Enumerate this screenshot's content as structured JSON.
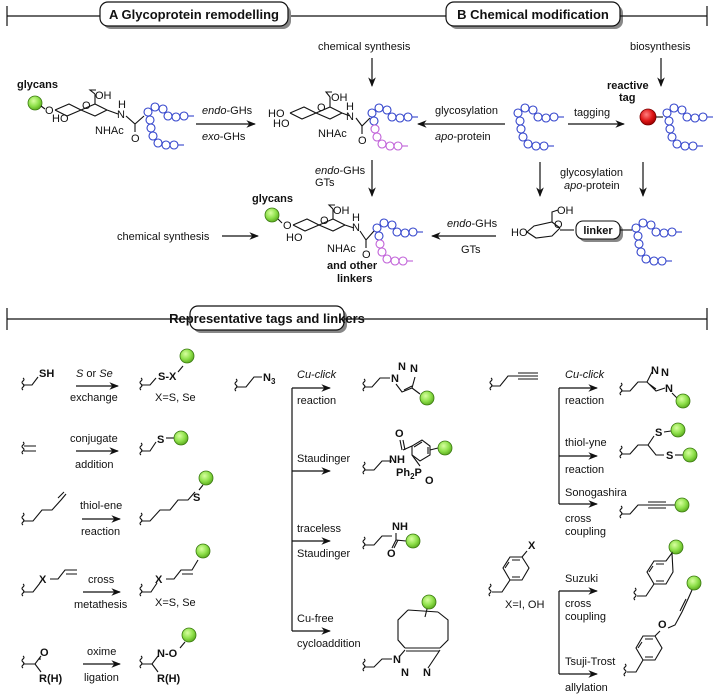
{
  "sections": {
    "a_title": "A Glycoprotein remodelling",
    "b_title": "B Chemical modification",
    "c_title": "Representative tags and linkers"
  },
  "top": {
    "glycans_label": "glycans",
    "oh": "OH",
    "ho": "HO",
    "o": "O",
    "nhac": "NHAc",
    "h": "H",
    "n": "N",
    "arrow_ab_top": "endo-GHs",
    "arrow_ab_top_italic": "endo",
    "arrow_ab_top_rest": "-GHs",
    "arrow_ab_bottom_italic": "exo",
    "arrow_ab_bottom_rest": "-GHs",
    "chemical_synthesis_top": "chemical synthesis",
    "glycosylation": "glycosylation",
    "apo_italic": "apo",
    "apo_rest": "-protein",
    "tagging": "tagging",
    "biosynthesis": "biosynthesis",
    "reactive_tag_1": "reactive",
    "reactive_tag_2": "tag",
    "endo_ghs_down_italic": "endo",
    "endo_ghs_down_rest": "-GHs",
    "gts": "GTs",
    "glycosylation_right": "glycosylation",
    "chemical_synthesis_left": "chemical synthesis",
    "and_other_1": "and other",
    "and_other_2": "linkers",
    "linker": "linker",
    "endo_ghs_left_italic": "endo",
    "endo_ghs_left_rest": "-GHs",
    "gts_left": "GTs"
  },
  "tags": {
    "col1": [
      {
        "substrate": "SH",
        "label_top_parts": [
          "S",
          " or ",
          "Se"
        ],
        "label_bottom": "exchange",
        "product_text": "S-X",
        "note": "X=S, Se"
      },
      {
        "substrate": "",
        "label_top": "conjugate",
        "label_bottom": "addition",
        "product_text": "S"
      },
      {
        "substrate": "",
        "label_top": "thiol-ene",
        "label_bottom": "reaction",
        "product_text": "S"
      },
      {
        "substrate": "X",
        "label_top": "cross",
        "label_bottom": "metathesis",
        "product_text": "X",
        "note": "X=S, Se"
      },
      {
        "substrate_o": "O",
        "substrate_r": "R(H)",
        "label_top": "oxime",
        "label_bottom": "ligation",
        "product_text": "N-O",
        "product_r": "R(H)"
      }
    ],
    "col2": {
      "substrate": "N",
      "substrate_sub": "3",
      "branches": [
        {
          "label_top": "Cu-click",
          "label_top_italic": true,
          "label_bottom": "reaction"
        },
        {
          "label_top": "Staudinger",
          "label_bottom": ""
        },
        {
          "label_top": "traceless",
          "label_bottom": "Staudinger"
        },
        {
          "label_top": "Cu-free",
          "label_bottom": "cycloaddition"
        }
      ],
      "triazole_n1": "N",
      "triazole_n2": "N",
      "triazole_n3": "N",
      "staudinger_o": "O",
      "staudinger_nh": "NH",
      "staudinger_p": "Ph",
      "staudinger_p_sub": "2",
      "staudinger_p_tail": "P",
      "staudinger_po": "O",
      "traceless_nh": "NH",
      "traceless_o": "O"
    },
    "col3": {
      "alkyne_branches": [
        {
          "label_top": "Cu-click",
          "label_top_italic": true,
          "label_bottom": "reaction"
        },
        {
          "label_top": "thiol-yne",
          "label_bottom": "reaction"
        },
        {
          "label_top": "Sonogashira",
          "label_bottom": "cross",
          "label_bottom2": "coupling"
        }
      ],
      "aryl_substrate": "X",
      "aryl_note": "X=I, OH",
      "aryl_branches": [
        {
          "label_top": "Suzuki",
          "label_bottom": "cross",
          "label_bottom2": "coupling"
        },
        {
          "label_top": "Tsuji-Trost",
          "label_bottom": "allylation"
        }
      ],
      "s": "S",
      "o": "O",
      "n": "N"
    }
  },
  "colors": {
    "glycan_blue": "#3344cc",
    "glycan_pink": "#c060d8",
    "tag_green": "#8ee04a",
    "tag_red": "#e01818"
  }
}
